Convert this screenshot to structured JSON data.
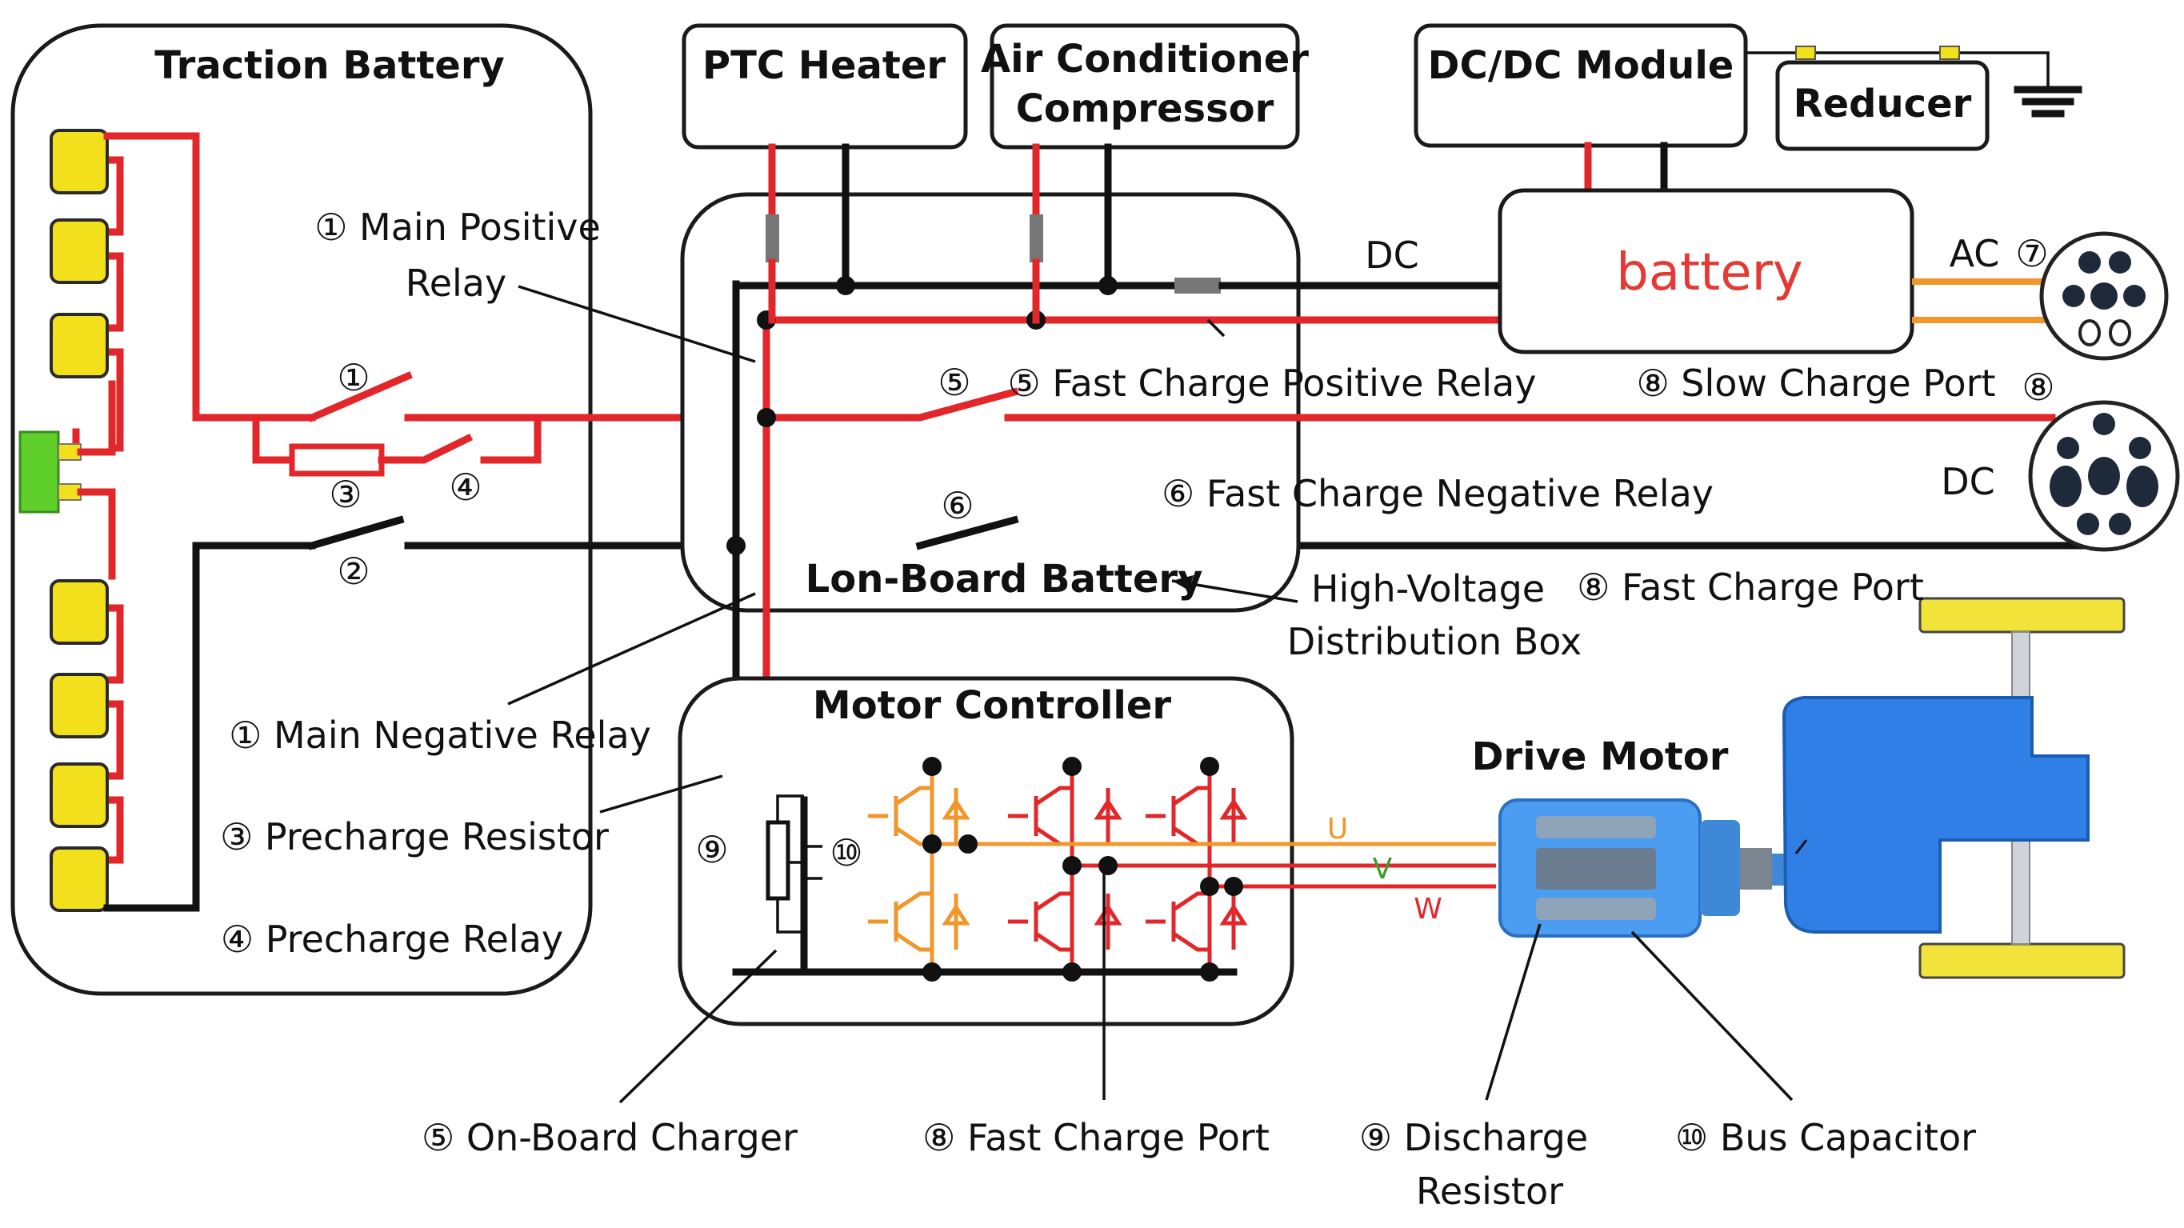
{
  "boxes": {
    "traction_battery": "Traction Battery",
    "ptc_heater": "PTC Heater",
    "ac_compressor_line1": "Air Conditioner",
    "ac_compressor_line2": "Compressor",
    "dcdc_module": "DC/DC Module",
    "reducer": "Reducer",
    "obc_overlay": "battery",
    "motor_controller": "Motor Controller",
    "drive_motor": "Drive Motor",
    "hv_box_inner": "Lon-Board Battery"
  },
  "labels": {
    "main_positive_line1": "① Main Positive",
    "main_positive_line2": "Relay",
    "main_negative": "① Main Negative Relay",
    "precharge_resistor": "③ Precharge Resistor",
    "precharge_relay": "④ Precharge Relay",
    "fast_pos_relay": "⑤ Fast Charge Positive Relay",
    "slow_port": "⑧ Slow Charge Port",
    "fast_neg_relay": "⑥ Fast Charge Negative Relay",
    "hv_box_line1": "High-Voltage",
    "hv_box_line2": "Distribution Box",
    "fast_port_right": "⑧ Fast Charge Port",
    "obc_bottom": "⑤ On-Board Charger",
    "fast_port_bottom": "⑧ Fast Charge Port",
    "discharge_line1": "⑨ Discharge",
    "discharge_line2": "Resistor",
    "bus_capacitor": "⑩ Bus Capacitor",
    "dc_top": "DC",
    "ac": "AC",
    "dc_right": "DC",
    "num_7": "⑦",
    "num_8": "⑧",
    "num_9": "⑨",
    "num_10": "⑩",
    "relay_1": "①",
    "relay_2": "②",
    "relay_3": "③",
    "relay_4": "④",
    "relay_5": "⑤",
    "relay_6": "⑥",
    "phase_u": "U",
    "phase_v": "V",
    "phase_w": "W"
  },
  "colors": {
    "positive_line": "#e3262a",
    "negative_line": "#111111",
    "battery_cell": "#f3e01c",
    "terminal": "#5fcf2c",
    "igbt_orange": "#f0962a",
    "motor_blue": "#4a9df0",
    "vehicle_blue": "#2f7fe6",
    "wheel_yellow": "#f1e33a",
    "overlay_text": "#e53935"
  }
}
